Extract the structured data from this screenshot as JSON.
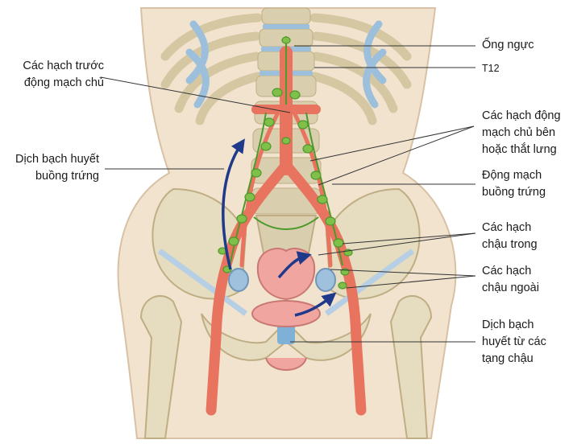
{
  "figure": {
    "labels": {
      "ong_nguc": "Ống ngực",
      "t12": "T12",
      "hach_truoc_dmc": "Các hạch trước\nđộng mạch chủ",
      "hach_dmc_ben": "Các hạch động\nmạch chủ bên\nhoặc thắt lưng",
      "dich_buong_trung": "Dịch bạch huyết\nbuồng trứng",
      "dm_buong_trung": "Động mạch\nbuồng trứng",
      "hach_chau_trong": "Các hạch\nchậu trong",
      "hach_chau_ngoai": "Các hạch\nchậu ngoài",
      "dich_tang_chau": "Dịch bạch\nhuyết từ các\ntạng chậu"
    },
    "colors": {
      "bone": "#e6dcc0",
      "bone_shade": "#c9b98f",
      "cartilage": "#9cc0dc",
      "skin": "#f2e3cf",
      "artery": "#e8735e",
      "lymph_node": "#7fbf4a",
      "lymph_vessel": "#4c9a2a",
      "arrow": "#1f3a8a",
      "leader_line": "#333333"
    }
  }
}
